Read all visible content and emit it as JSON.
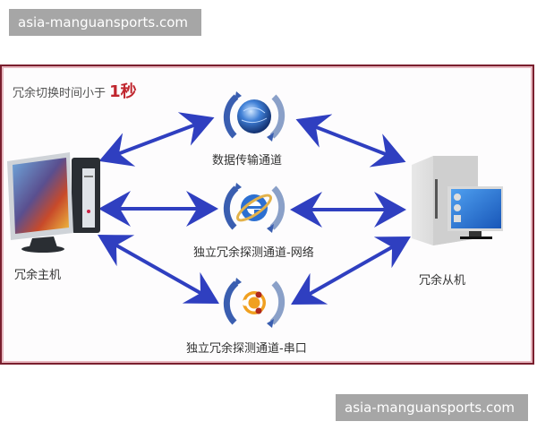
{
  "watermarks": {
    "top": "asia-manguansports.com",
    "bottom": "asia-manguansports.com"
  },
  "diagram": {
    "title_prefix": "冗余切换时间小于",
    "title_value": "1秒",
    "nodes": {
      "master": {
        "label": "冗余主机",
        "icon": "desktop-computer-icon"
      },
      "slave": {
        "label": "冗余从机",
        "icon": "server-tower-monitor-icon"
      }
    },
    "channels": [
      {
        "label": "数据传输通道",
        "icon": "globe-sync-icon"
      },
      {
        "label": "独立冗余探测通道-网络",
        "icon": "internet-explorer-sync-icon"
      },
      {
        "label": "独立冗余探测通道-串口",
        "icon": "ubuntu-sync-icon"
      }
    ],
    "colors": {
      "arrow": "#2f3fc0",
      "frame": "#7a1f2e",
      "title_highlight": "#c0262e"
    }
  }
}
